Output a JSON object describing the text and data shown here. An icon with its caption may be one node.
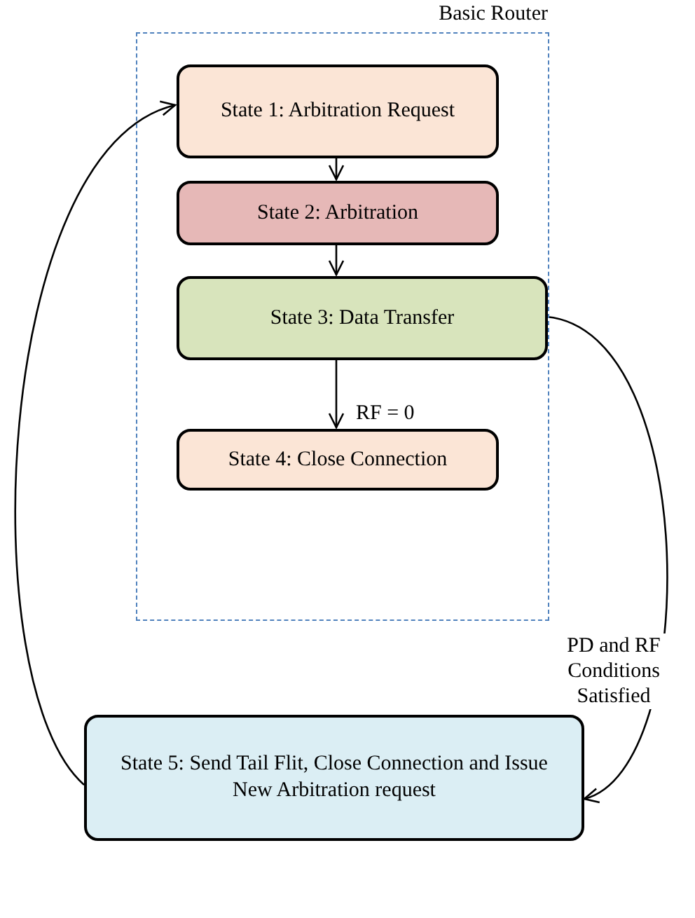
{
  "diagram": {
    "nodes": [
      {
        "text": [
          "Basic Router"
        ]
      },
      {
        "text": [
          "State 1: Arbitration Request"
        ],
        "in": 0
      },
      {
        "text": [
          "State 2: Arbitration"
        ],
        "in": 0
      },
      {
        "text": [
          "State 3: Data Transfer"
        ],
        "in": 0
      },
      {
        "text": [
          "State 4: Close Connection"
        ],
        "in": 0
      },
      {
        "text": [
          "State 5: Send Tail Flit, Close Connection and Issue New Arbitration request"
        ]
      }
    ],
    "edges": [
      {
        "from": 1,
        "to": 2,
        "arrow": "to"
      },
      {
        "from": 2,
        "to": 3,
        "arrow": "to"
      },
      {
        "from": 3,
        "to": 4,
        "arrow": "to",
        "label": "RF = 0"
      },
      {
        "from": 3,
        "to": 5,
        "arrow": "to",
        "label": "PD and RF Conditions Satisfied"
      },
      {
        "from": 5,
        "to": 1,
        "arrow": "to"
      }
    ]
  }
}
